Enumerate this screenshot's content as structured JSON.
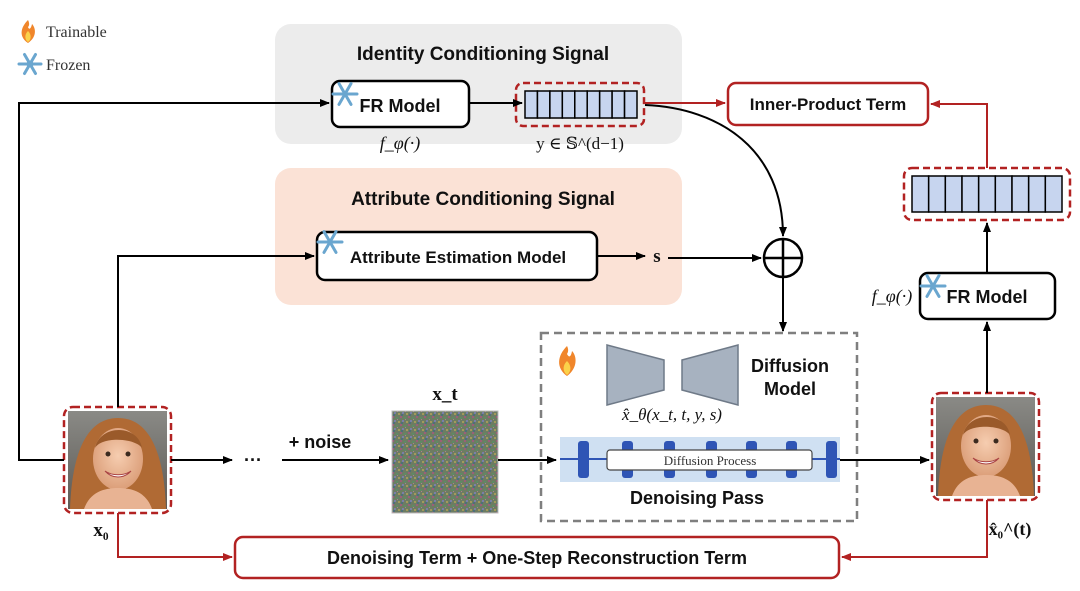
{
  "legend": {
    "trainable_label": "Trainable",
    "frozen_label": "Frozen",
    "trainable_icon": "flame-icon",
    "frozen_icon": "snowflake-icon"
  },
  "identity_panel": {
    "title": "Identity Conditioning Signal",
    "fr_model_label": "FR Model",
    "fr_func_label": "f_φ(·)",
    "embedding_label": "y ∈ 𝕊^(d−1)",
    "embedding_cells": 9
  },
  "attribute_panel": {
    "title": "Attribute Conditioning Signal",
    "model_label": "Attribute Estimation Model",
    "output_label": "s"
  },
  "inner_product_label": "Inner-Product Term",
  "right_column": {
    "embedding_cells": 9,
    "fr_model_label": "FR Model",
    "fr_func_label": "f_φ(·)"
  },
  "diffusion": {
    "model_label_line1": "Diffusion",
    "model_label_line2": "Model",
    "func_label": "x̂_θ(x_t, t, y, s)",
    "process_label": "Diffusion Process",
    "pass_label": "Denoising Pass"
  },
  "flow": {
    "input_label": "x₀",
    "ellipsis": "···",
    "noise_label": "+ noise",
    "noisy_label": "x_t",
    "output_label": "x̂₀^(t)"
  },
  "loss_label": "Denoising Term + One-Step Reconstruction Term",
  "colors": {
    "dashed_red": "#b22222",
    "arrow_red": "#b22222",
    "identity_bg": "#ececec",
    "attribute_bg": "#fbe2d6",
    "embedding_fill": "#c7d5ef",
    "encoder_fill": "#a7b2c0",
    "process_band": "#cfe0f2",
    "process_blocks": "#2f55b5"
  }
}
